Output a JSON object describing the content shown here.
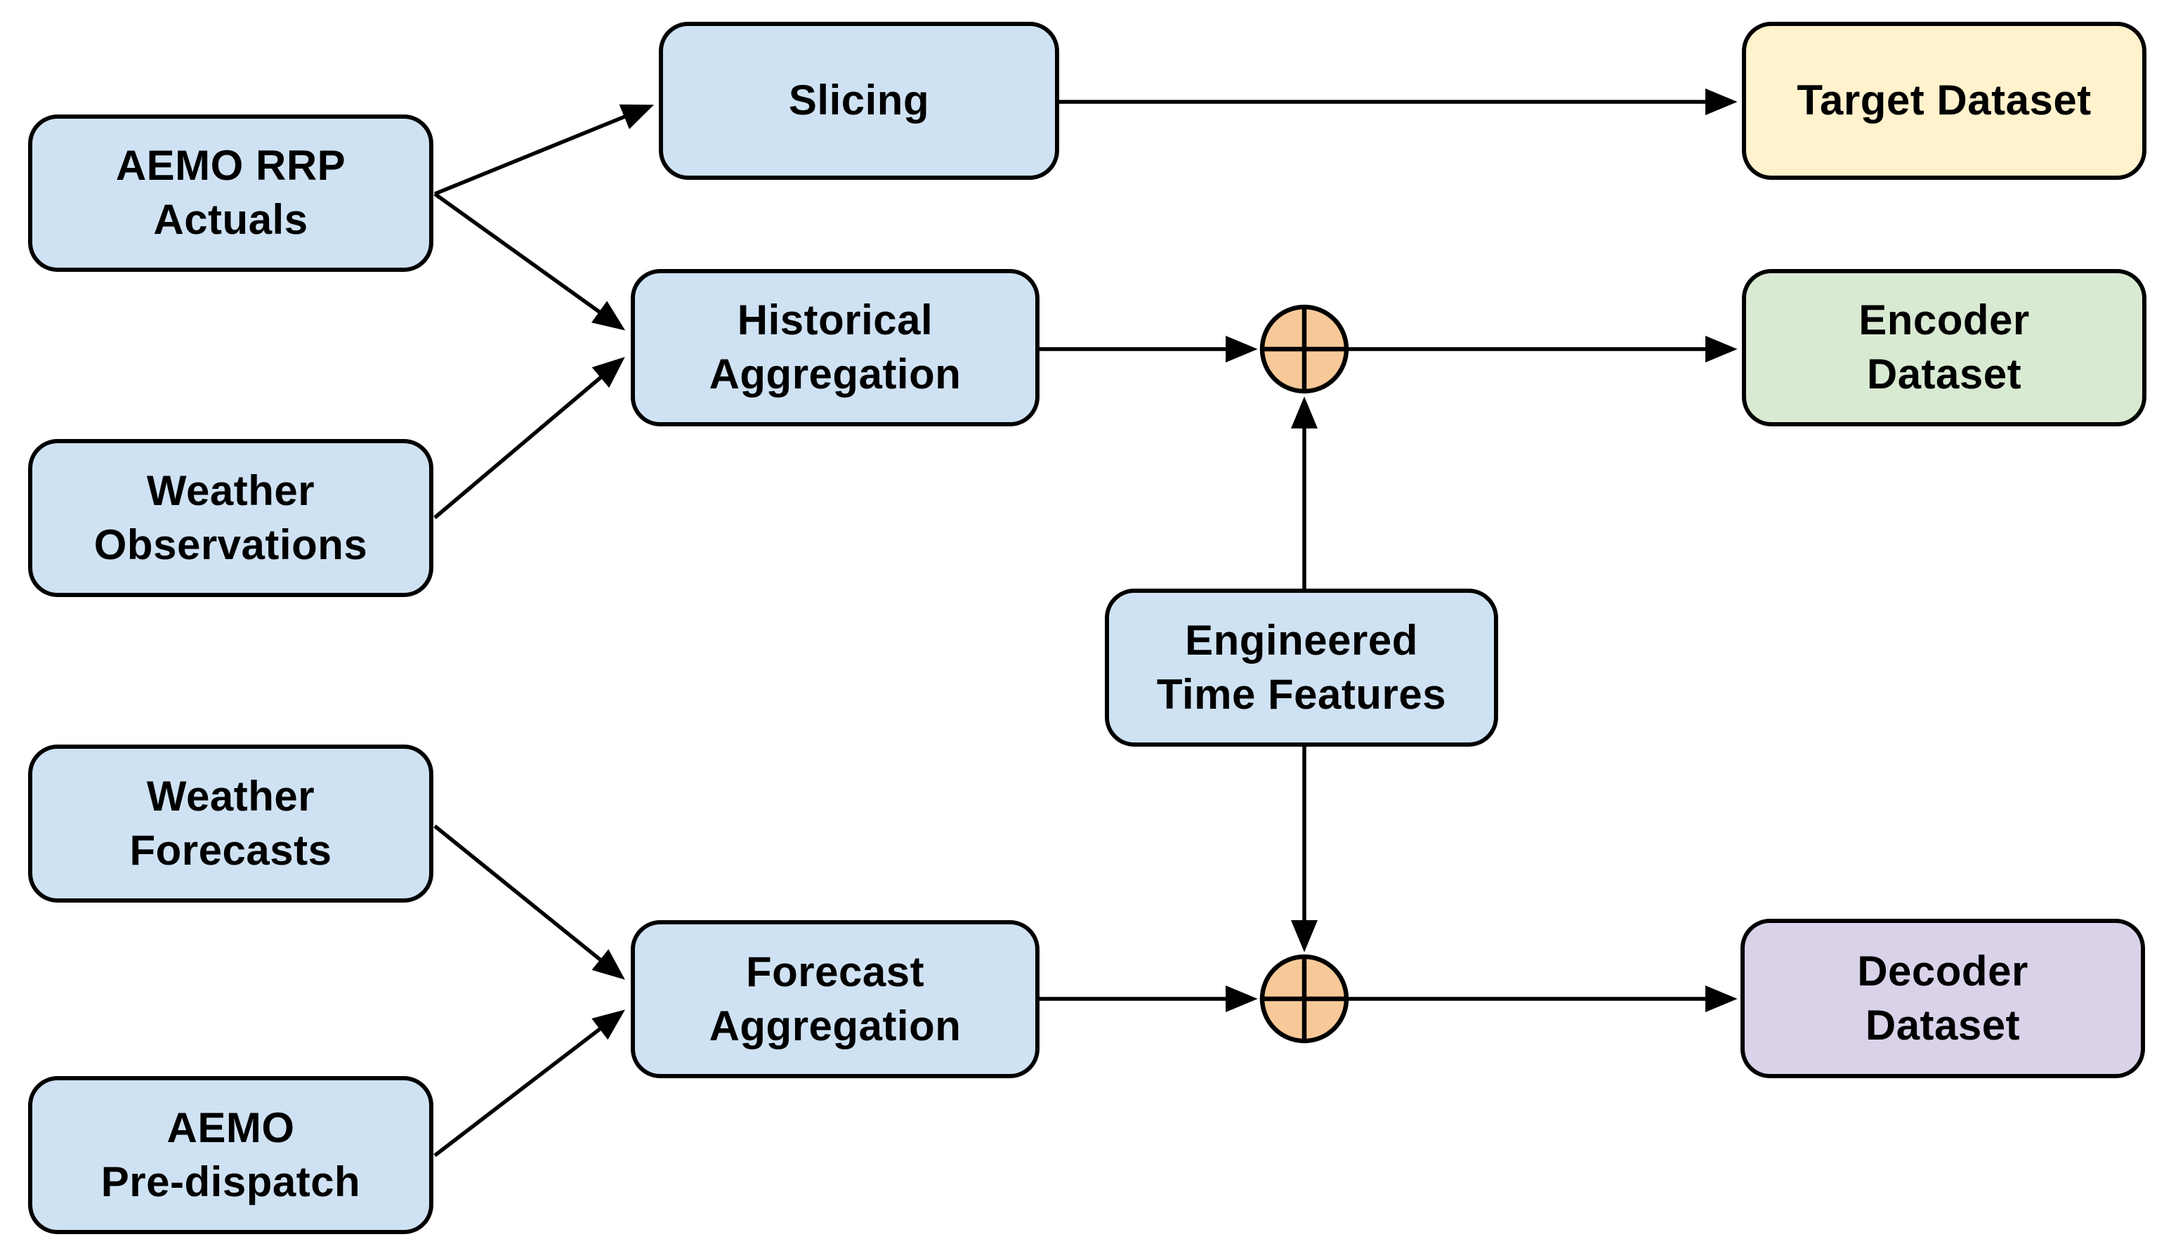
{
  "diagram": {
    "background": "#ffffff",
    "stroke_color": "#000000",
    "nodes": {
      "aemo_rrp_actuals": {
        "label": "AEMO RRP\nActuals",
        "fill": "#cfe2f3",
        "role": "source"
      },
      "weather_observations": {
        "label": "Weather\nObservations",
        "fill": "#cfe2f3",
        "role": "source"
      },
      "weather_forecasts": {
        "label": "Weather\nForecasts",
        "fill": "#cfe2f3",
        "role": "source"
      },
      "aemo_pre_dispatch": {
        "label": "AEMO\nPre-dispatch",
        "fill": "#cfe2f3",
        "role": "source"
      },
      "slicing": {
        "label": "Slicing",
        "fill": "#cfe2f3",
        "role": "process"
      },
      "historical_aggregation": {
        "label": "Historical\nAggregation",
        "fill": "#cfe2f3",
        "role": "process"
      },
      "engineered_time_features": {
        "label": "Engineered\nTime Features",
        "fill": "#cfe2f3",
        "role": "process"
      },
      "forecast_aggregation": {
        "label": "Forecast\nAggregation",
        "fill": "#cfe2f3",
        "role": "process"
      },
      "target_dataset": {
        "label": "Target Dataset",
        "fill": "#fff2cc",
        "role": "output"
      },
      "encoder_dataset": {
        "label": "Encoder\nDataset",
        "fill": "#d9ead3",
        "role": "output"
      },
      "decoder_dataset": {
        "label": "Decoder\nDataset",
        "fill": "#d9d2e9",
        "role": "output"
      }
    },
    "operators": {
      "fill": "#f8c998",
      "symbol": "circled-plus",
      "instances": [
        "concat-top",
        "concat-bottom"
      ]
    },
    "edges": [
      {
        "from": "AEMO RRP Actuals",
        "to": "Slicing"
      },
      {
        "from": "AEMO RRP Actuals",
        "to": "Historical Aggregation"
      },
      {
        "from": "Weather Observations",
        "to": "Historical Aggregation"
      },
      {
        "from": "Slicing",
        "to": "Target Dataset"
      },
      {
        "from": "Historical Aggregation",
        "to": "concat-top"
      },
      {
        "from": "Engineered Time Features",
        "to": "concat-top"
      },
      {
        "from": "concat-top",
        "to": "Encoder Dataset"
      },
      {
        "from": "Weather Forecasts",
        "to": "Forecast Aggregation"
      },
      {
        "from": "AEMO Pre-dispatch",
        "to": "Forecast Aggregation"
      },
      {
        "from": "Forecast Aggregation",
        "to": "concat-bottom"
      },
      {
        "from": "Engineered Time Features",
        "to": "concat-bottom"
      },
      {
        "from": "concat-bottom",
        "to": "Decoder Dataset"
      }
    ]
  }
}
